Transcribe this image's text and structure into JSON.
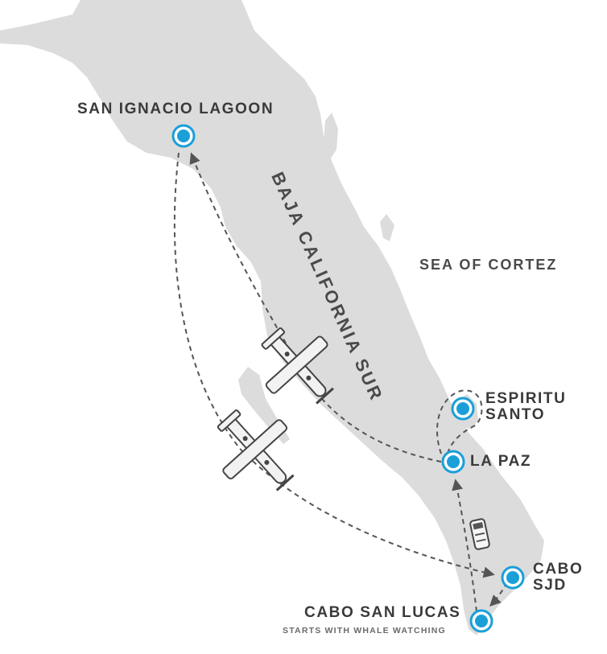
{
  "map": {
    "region_label": "BAJA CALIFORNIA SUR",
    "sea_label": "SEA OF CORTEZ",
    "colors": {
      "land": "#dcdcdc",
      "water": "#ffffff",
      "marker": "#1a9fd8",
      "route": "#555555",
      "text": "#3a3a3a"
    },
    "locations": {
      "san_ignacio": {
        "name": "SAN IGNACIO LAGOON"
      },
      "espiritu_santo": {
        "line1": "ESPIRITU",
        "line2": "SANTO"
      },
      "la_paz": {
        "name": "LA PAZ"
      },
      "cabo_sjd": {
        "line1": "CABO",
        "line2": "SJD"
      },
      "cabo_san_lucas": {
        "name": "CABO SAN LUCAS",
        "note": "STARTS WITH WHALE WATCHING"
      }
    },
    "transport_icons": [
      "airplane-icon",
      "airplane-icon",
      "van-icon"
    ]
  }
}
